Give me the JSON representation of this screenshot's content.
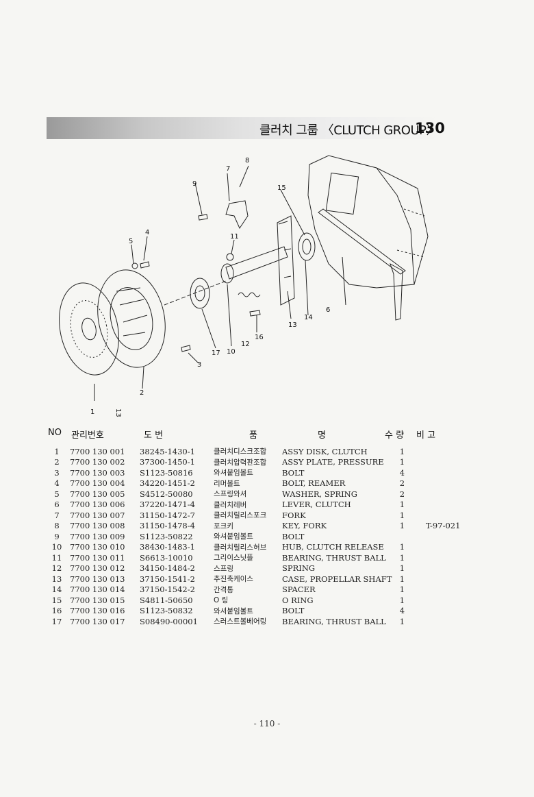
{
  "header": {
    "title": "클러치 그룹 〈CLUTCH GROUP〉",
    "group_number": "130"
  },
  "diagram": {
    "callouts": [
      "1",
      "2",
      "3",
      "4",
      "5",
      "6",
      "7",
      "8",
      "9",
      "10",
      "11",
      "12",
      "13",
      "14",
      "15",
      "16",
      "17",
      "13"
    ]
  },
  "table": {
    "columns": [
      "NO",
      "관리번호",
      "도 번",
      "품",
      "명",
      "수 량",
      "비 고"
    ],
    "rows": [
      {
        "no": "1",
        "mgmt": "7700 130 001",
        "dwg": "38245-1430-1",
        "kor": "클러치디스크조합",
        "eng": "ASSY DISK, CLUTCH",
        "qty": "1",
        "remark": ""
      },
      {
        "no": "2",
        "mgmt": "7700 130 002",
        "dwg": "37300-1450-1",
        "kor": "클러치압력판조합",
        "eng": "ASSY PLATE, PRESSURE",
        "qty": "1",
        "remark": ""
      },
      {
        "no": "3",
        "mgmt": "7700 130 003",
        "dwg": "S1123-50816",
        "kor": "와셔붙임볼트",
        "eng": "BOLT",
        "qty": "4",
        "remark": ""
      },
      {
        "no": "4",
        "mgmt": "7700 130 004",
        "dwg": "34220-1451-2",
        "kor": "리머볼트",
        "eng": "BOLT, REAMER",
        "qty": "2",
        "remark": ""
      },
      {
        "no": "5",
        "mgmt": "7700 130 005",
        "dwg": "S4512-50080",
        "kor": "스프링와셔",
        "eng": "WASHER, SPRING",
        "qty": "2",
        "remark": ""
      },
      {
        "no": "6",
        "mgmt": "7700 130 006",
        "dwg": "37220-1471-4",
        "kor": "클러치레버",
        "eng": "LEVER, CLUTCH",
        "qty": "1",
        "remark": ""
      },
      {
        "no": "7",
        "mgmt": "7700 130 007",
        "dwg": "31150-1472-7",
        "kor": "클러치릴리스포크",
        "eng": "FORK",
        "qty": "1",
        "remark": ""
      },
      {
        "no": "8",
        "mgmt": "7700 130 008",
        "dwg": "31150-1478-4",
        "kor": "포크키",
        "eng": "KEY, FORK",
        "qty": "1",
        "remark": "T-97-021"
      },
      {
        "no": "9",
        "mgmt": "7700 130 009",
        "dwg": "S1123-50822",
        "kor": "와셔붙임볼트",
        "eng": "BOLT",
        "qty": "",
        "remark": ""
      },
      {
        "no": "10",
        "mgmt": "7700 130 010",
        "dwg": "38430-1483-1",
        "kor": "클러치릴리스허브",
        "eng": "HUB, CLUTCH RELEASE",
        "qty": "1",
        "remark": ""
      },
      {
        "no": "11",
        "mgmt": "7700 130 011",
        "dwg": "S6613-10010",
        "kor": "그리이스닛플",
        "eng": "BEARING, THRUST BALL",
        "qty": "1",
        "remark": ""
      },
      {
        "no": "12",
        "mgmt": "7700 130 012",
        "dwg": "34150-1484-2",
        "kor": "스프링",
        "eng": "SPRING",
        "qty": "1",
        "remark": ""
      },
      {
        "no": "13",
        "mgmt": "7700 130 013",
        "dwg": "37150-1541-2",
        "kor": "추진축케이스",
        "eng": "CASE, PROPELLAR SHAFT",
        "qty": "1",
        "remark": ""
      },
      {
        "no": "14",
        "mgmt": "7700 130 014",
        "dwg": "37150-1542-2",
        "kor": "간격통",
        "eng": "SPACER",
        "qty": "1",
        "remark": ""
      },
      {
        "no": "15",
        "mgmt": "7700 130 015",
        "dwg": "S4811-50650",
        "kor": "O 링",
        "eng": "O RING",
        "qty": "1",
        "remark": ""
      },
      {
        "no": "16",
        "mgmt": "7700 130 016",
        "dwg": "S1123-50832",
        "kor": "와셔붙임볼트",
        "eng": "BOLT",
        "qty": "4",
        "remark": ""
      },
      {
        "no": "17",
        "mgmt": "7700 130 017",
        "dwg": "S08490-00001",
        "kor": "스러스트볼베어링",
        "eng": "BEARING, THRUST BALL",
        "qty": "1",
        "remark": ""
      }
    ]
  },
  "footer": {
    "page": "- 110 -"
  }
}
